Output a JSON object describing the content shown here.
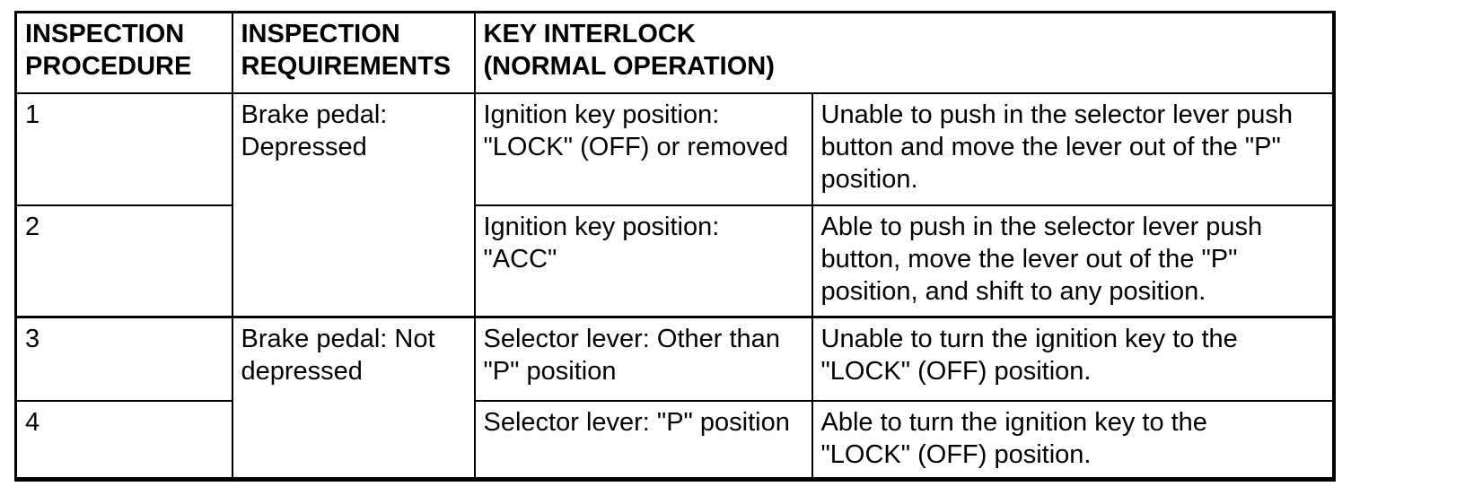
{
  "table": {
    "header": {
      "procedure": "INSPECTION\nPROCEDURE",
      "requirements": "INSPECTION\nREQUIREMENTS",
      "key_interlock": "KEY INTERLOCK\n(NORMAL OPERATION)"
    },
    "rows": [
      {
        "procedure": "1",
        "requirement": "Brake pedal:\nDepressed",
        "condition": "Ignition key position:\n\"LOCK\" (OFF) or removed",
        "result": "Unable to push in the selector lever push\nbutton and move the lever out of the \"P\"\nposition."
      },
      {
        "procedure": "2",
        "condition": "Ignition key position:\n\"ACC\"",
        "result": "Able to push in the selector lever push\nbutton, move the lever out of the \"P\"\nposition, and shift to any position."
      },
      {
        "procedure": "3",
        "requirement": "Brake pedal: Not\ndepressed",
        "condition": "Selector lever: Other than\n\"P\" position",
        "result": "Unable to turn the ignition key to the\n\"LOCK\" (OFF) position."
      },
      {
        "procedure": "4",
        "condition": "Selector lever: \"P\" position",
        "result": "Able to turn the ignition key to the\n\"LOCK\" (OFF) position."
      }
    ]
  }
}
